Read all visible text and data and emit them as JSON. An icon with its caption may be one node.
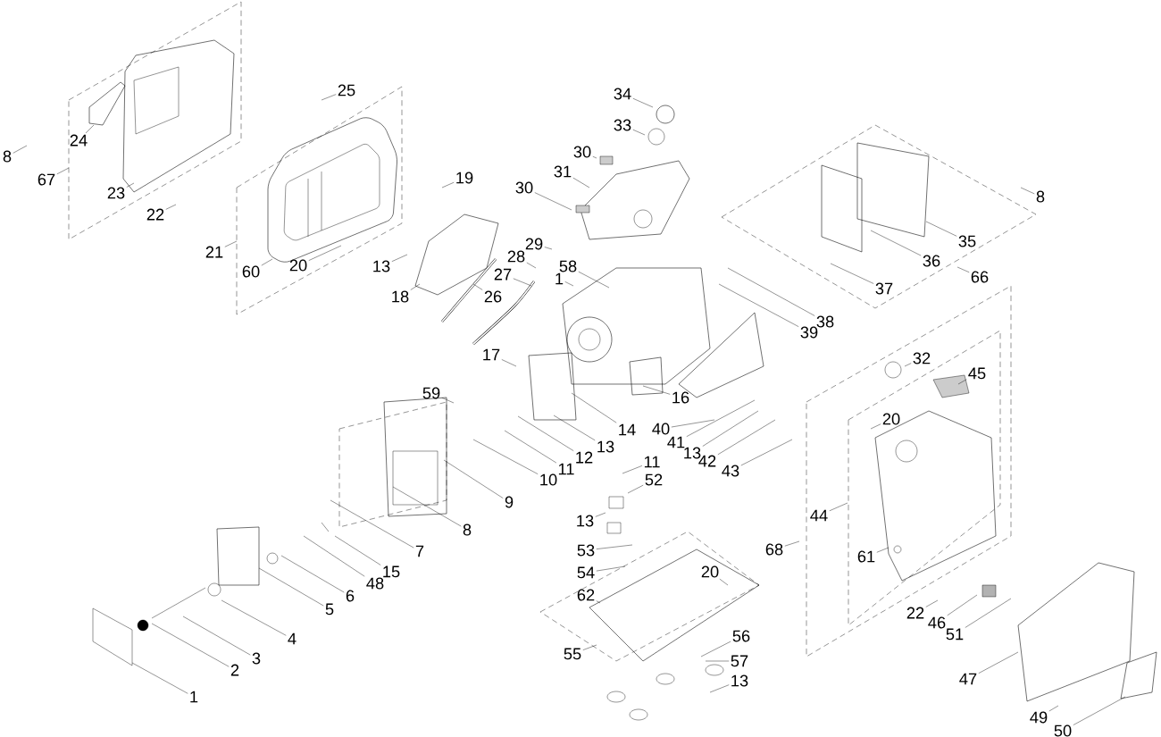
{
  "diagram": {
    "nodes": [
      {
        "text": [
          "8"
        ]
      },
      {
        "text": [
          "67"
        ]
      },
      {
        "text": [
          "24"
        ]
      },
      {
        "text": [
          "23"
        ]
      },
      {
        "text": [
          "22"
        ]
      },
      {
        "text": [
          "25"
        ]
      },
      {
        "text": [
          "21"
        ]
      },
      {
        "text": [
          "60"
        ]
      },
      {
        "text": [
          "20"
        ]
      },
      {
        "text": [
          "19"
        ]
      },
      {
        "text": [
          "13"
        ]
      },
      {
        "text": [
          "18"
        ]
      },
      {
        "text": [
          "26"
        ]
      },
      {
        "text": [
          "27"
        ]
      },
      {
        "text": [
          "28"
        ]
      },
      {
        "text": [
          "29"
        ]
      },
      {
        "text": [
          "30"
        ]
      },
      {
        "text": [
          "30"
        ]
      },
      {
        "text": [
          "31"
        ]
      },
      {
        "text": [
          "34"
        ]
      },
      {
        "text": [
          "33"
        ]
      },
      {
        "text": [
          "58"
        ]
      },
      {
        "text": [
          "1"
        ]
      },
      {
        "text": [
          "35"
        ]
      },
      {
        "text": [
          "36"
        ]
      },
      {
        "text": [
          "37"
        ]
      },
      {
        "text": [
          "66"
        ]
      },
      {
        "text": [
          "8"
        ]
      },
      {
        "text": [
          "38"
        ]
      },
      {
        "text": [
          "39"
        ]
      },
      {
        "text": [
          "17"
        ]
      },
      {
        "text": [
          "16"
        ]
      },
      {
        "text": [
          "14"
        ]
      },
      {
        "text": [
          "13"
        ]
      },
      {
        "text": [
          "12"
        ]
      },
      {
        "text": [
          "11"
        ]
      },
      {
        "text": [
          "10"
        ]
      },
      {
        "text": [
          "9"
        ]
      },
      {
        "text": [
          "8"
        ]
      },
      {
        "text": [
          "7"
        ]
      },
      {
        "text": [
          "15"
        ]
      },
      {
        "text": [
          "48"
        ]
      },
      {
        "text": [
          "6"
        ]
      },
      {
        "text": [
          "5"
        ]
      },
      {
        "text": [
          "4"
        ]
      },
      {
        "text": [
          "3"
        ]
      },
      {
        "text": [
          "2"
        ]
      },
      {
        "text": [
          "1"
        ]
      },
      {
        "text": [
          "59"
        ]
      },
      {
        "text": [
          "40"
        ]
      },
      {
        "text": [
          "41"
        ]
      },
      {
        "text": [
          "13"
        ]
      },
      {
        "text": [
          "42"
        ]
      },
      {
        "text": [
          "43"
        ]
      },
      {
        "text": [
          "32"
        ]
      },
      {
        "text": [
          "45"
        ]
      },
      {
        "text": [
          "20"
        ]
      },
      {
        "text": [
          "44"
        ]
      },
      {
        "text": [
          "68"
        ]
      },
      {
        "text": [
          "61"
        ]
      },
      {
        "text": [
          "11"
        ]
      },
      {
        "text": [
          "52"
        ]
      },
      {
        "text": [
          "13"
        ]
      },
      {
        "text": [
          "53"
        ]
      },
      {
        "text": [
          "54"
        ]
      },
      {
        "text": [
          "62"
        ]
      },
      {
        "text": [
          "20"
        ]
      },
      {
        "text": [
          "55"
        ]
      },
      {
        "text": [
          "56"
        ]
      },
      {
        "text": [
          "57"
        ]
      },
      {
        "text": [
          "13"
        ]
      },
      {
        "text": [
          "22"
        ]
      },
      {
        "text": [
          "46"
        ]
      },
      {
        "text": [
          "51"
        ]
      },
      {
        "text": [
          "47"
        ]
      },
      {
        "text": [
          "49"
        ]
      },
      {
        "text": [
          "50"
        ]
      }
    ],
    "edges": [
      {
        "from": 0,
        "to": null,
        "arrow": "none"
      },
      {
        "from": 1,
        "to": null,
        "arrow": "none"
      },
      {
        "from": 2,
        "to": null,
        "arrow": "none"
      },
      {
        "from": 3,
        "to": null,
        "arrow": "none"
      },
      {
        "from": 4,
        "to": null,
        "arrow": "none"
      },
      {
        "from": 5,
        "to": null,
        "arrow": "none"
      },
      {
        "from": 6,
        "to": null,
        "arrow": "none"
      },
      {
        "from": 7,
        "to": null,
        "arrow": "none"
      },
      {
        "from": 8,
        "to": null,
        "arrow": "none"
      },
      {
        "from": 9,
        "to": null,
        "arrow": "none"
      },
      {
        "from": 10,
        "to": null,
        "arrow": "none"
      },
      {
        "from": 11,
        "to": null,
        "arrow": "none"
      },
      {
        "from": 12,
        "to": null,
        "arrow": "none"
      },
      {
        "from": 13,
        "to": null,
        "arrow": "none"
      },
      {
        "from": 14,
        "to": null,
        "arrow": "none"
      },
      {
        "from": 15,
        "to": null,
        "arrow": "none"
      },
      {
        "from": 16,
        "to": null,
        "arrow": "none"
      },
      {
        "from": 17,
        "to": null,
        "arrow": "none"
      },
      {
        "from": 18,
        "to": null,
        "arrow": "none"
      },
      {
        "from": 19,
        "to": null,
        "arrow": "none"
      },
      {
        "from": 20,
        "to": null,
        "arrow": "none"
      },
      {
        "from": 21,
        "to": null,
        "arrow": "none"
      },
      {
        "from": 22,
        "to": null,
        "arrow": "none"
      },
      {
        "from": 23,
        "to": null,
        "arrow": "none"
      },
      {
        "from": 24,
        "to": null,
        "arrow": "none"
      },
      {
        "from": 25,
        "to": null,
        "arrow": "none"
      },
      {
        "from": 26,
        "to": null,
        "arrow": "none"
      },
      {
        "from": 27,
        "to": null,
        "arrow": "none"
      },
      {
        "from": 28,
        "to": null,
        "arrow": "none"
      },
      {
        "from": 29,
        "to": null,
        "arrow": "none"
      },
      {
        "from": 30,
        "to": null,
        "arrow": "none"
      },
      {
        "from": 31,
        "to": null,
        "arrow": "none"
      },
      {
        "from": 32,
        "to": null,
        "arrow": "none"
      },
      {
        "from": 33,
        "to": null,
        "arrow": "none"
      },
      {
        "from": 34,
        "to": null,
        "arrow": "none"
      },
      {
        "from": 35,
        "to": null,
        "arrow": "none"
      },
      {
        "from": 36,
        "to": null,
        "arrow": "none"
      },
      {
        "from": 37,
        "to": null,
        "arrow": "none"
      },
      {
        "from": 38,
        "to": null,
        "arrow": "none"
      },
      {
        "from": 39,
        "to": null,
        "arrow": "none"
      },
      {
        "from": 40,
        "to": null,
        "arrow": "none"
      },
      {
        "from": 41,
        "to": null,
        "arrow": "none"
      },
      {
        "from": 42,
        "to": null,
        "arrow": "none"
      },
      {
        "from": 43,
        "to": null,
        "arrow": "none"
      },
      {
        "from": 44,
        "to": null,
        "arrow": "none"
      },
      {
        "from": 45,
        "to": null,
        "arrow": "none"
      },
      {
        "from": 46,
        "to": null,
        "arrow": "none"
      },
      {
        "from": 47,
        "to": null,
        "arrow": "none"
      },
      {
        "from": 48,
        "to": null,
        "arrow": "none"
      },
      {
        "from": 49,
        "to": null,
        "arrow": "none"
      },
      {
        "from": 50,
        "to": null,
        "arrow": "none"
      },
      {
        "from": 51,
        "to": null,
        "arrow": "none"
      },
      {
        "from": 52,
        "to": null,
        "arrow": "none"
      },
      {
        "from": 53,
        "to": null,
        "arrow": "none"
      },
      {
        "from": 54,
        "to": null,
        "arrow": "none"
      },
      {
        "from": 55,
        "to": null,
        "arrow": "none"
      },
      {
        "from": 56,
        "to": null,
        "arrow": "none"
      },
      {
        "from": 57,
        "to": null,
        "arrow": "none"
      },
      {
        "from": 58,
        "to": null,
        "arrow": "none"
      },
      {
        "from": 59,
        "to": null,
        "arrow": "none"
      },
      {
        "from": 60,
        "to": null,
        "arrow": "none"
      },
      {
        "from": 61,
        "to": null,
        "arrow": "none"
      },
      {
        "from": 62,
        "to": null,
        "arrow": "none"
      },
      {
        "from": 63,
        "to": null,
        "arrow": "none"
      },
      {
        "from": 64,
        "to": null,
        "arrow": "none"
      },
      {
        "from": 65,
        "to": null,
        "arrow": "none"
      },
      {
        "from": 66,
        "to": null,
        "arrow": "none"
      },
      {
        "from": 67,
        "to": null,
        "arrow": "none"
      },
      {
        "from": 68,
        "to": null,
        "arrow": "none"
      },
      {
        "from": 69,
        "to": null,
        "arrow": "none"
      },
      {
        "from": 70,
        "to": null,
        "arrow": "none"
      },
      {
        "from": 71,
        "to": null,
        "arrow": "none"
      },
      {
        "from": 72,
        "to": null,
        "arrow": "none"
      },
      {
        "from": 73,
        "to": null,
        "arrow": "none"
      },
      {
        "from": 74,
        "to": null,
        "arrow": "none"
      },
      {
        "from": 75,
        "to": null,
        "arrow": "none"
      },
      {
        "from": 76,
        "to": null,
        "arrow": "none"
      }
    ]
  }
}
